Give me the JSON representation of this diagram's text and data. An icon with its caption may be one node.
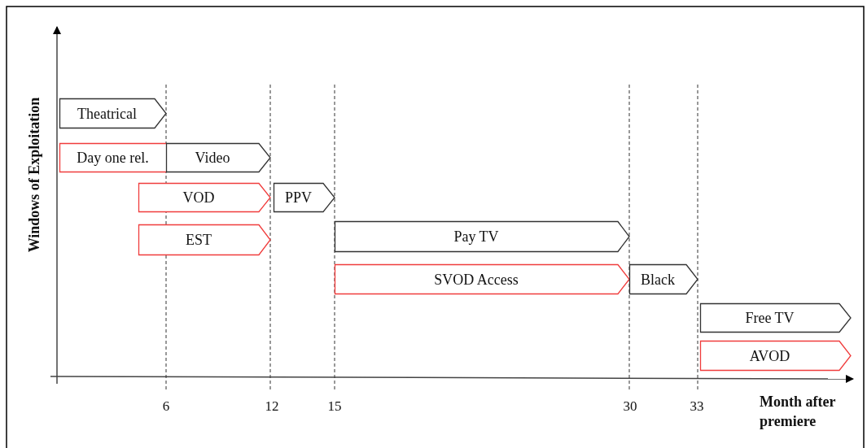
{
  "diagram": {
    "nodes": [
      {
        "text": [
          "Theatrical"
        ]
      },
      {
        "text": [
          "Day one rel."
        ]
      },
      {
        "text": [
          "Video"
        ]
      },
      {
        "text": [
          "VOD"
        ]
      },
      {
        "text": [
          "PPV"
        ]
      },
      {
        "text": [
          "EST"
        ]
      },
      {
        "text": [
          "Pay TV"
        ]
      },
      {
        "text": [
          "SVOD Access"
        ]
      },
      {
        "text": [
          "Black"
        ]
      },
      {
        "text": [
          "Free TV"
        ]
      },
      {
        "text": [
          "AVOD"
        ]
      }
    ],
    "edges": [],
    "labels": [
      "Windows of Exploitation",
      "6",
      "12",
      "15",
      "30",
      "33",
      "Month after premiere"
    ]
  }
}
